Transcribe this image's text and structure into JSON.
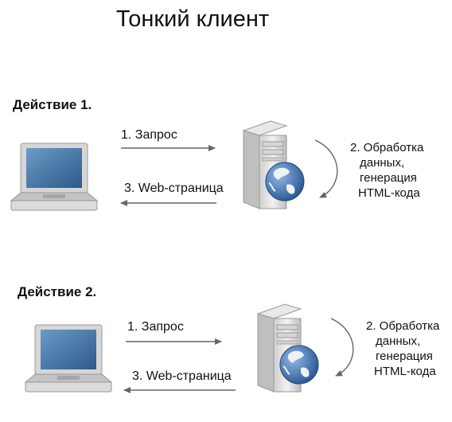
{
  "title": "Тонкий клиент",
  "actions": [
    {
      "heading": "Действие 1.",
      "request_label": "1. Запрос",
      "response_label": "3. Web-страница",
      "processing_lines": [
        "2. Обработка",
        "данных,",
        "генерация",
        "HTML-кода"
      ]
    },
    {
      "heading": "Действие 2.",
      "request_label": "1. Запрос",
      "response_label": "3. Web-страница",
      "processing_lines": [
        "2. Обработка",
        "данных,",
        "генерация",
        "HTML-кода"
      ]
    }
  ],
  "icons": {
    "client": "laptop-icon",
    "server": "server-icon",
    "globe": "globe-icon"
  },
  "colors": {
    "arrow": "#666666",
    "screen": "#3e6f9f",
    "globe_ocean": "#3b6fb0",
    "globe_land": "#eef2f6"
  }
}
